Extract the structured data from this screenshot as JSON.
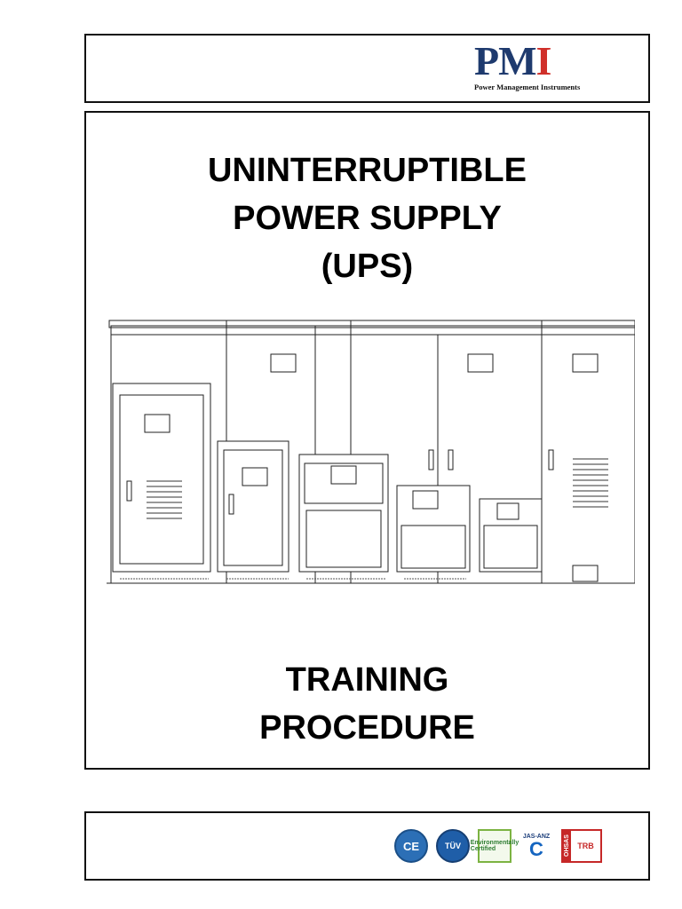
{
  "header": {
    "logo": {
      "mark_p": "P",
      "mark_m": "M",
      "mark_i": "I",
      "subtitle": "Power Management Instruments"
    }
  },
  "main": {
    "title_lines": [
      "UNINTERRUPTIBLE",
      "POWER SUPPLY",
      "(UPS)"
    ],
    "subtitle_lines": [
      "TRAINING",
      "PROCEDURE"
    ],
    "illustration": "ups-cabinets-line-drawing"
  },
  "footer": {
    "certifications": [
      {
        "name": "ce-mark",
        "text": "CE"
      },
      {
        "name": "tuv-mark",
        "text": "TÜV"
      },
      {
        "name": "environment-cert",
        "text": "Environmentally Certified"
      },
      {
        "name": "jas-anz-cert",
        "text": "JAS-ANZ"
      },
      {
        "name": "ohsas-trb-cert",
        "text": "OHSAS",
        "text2": "TRB"
      }
    ]
  }
}
